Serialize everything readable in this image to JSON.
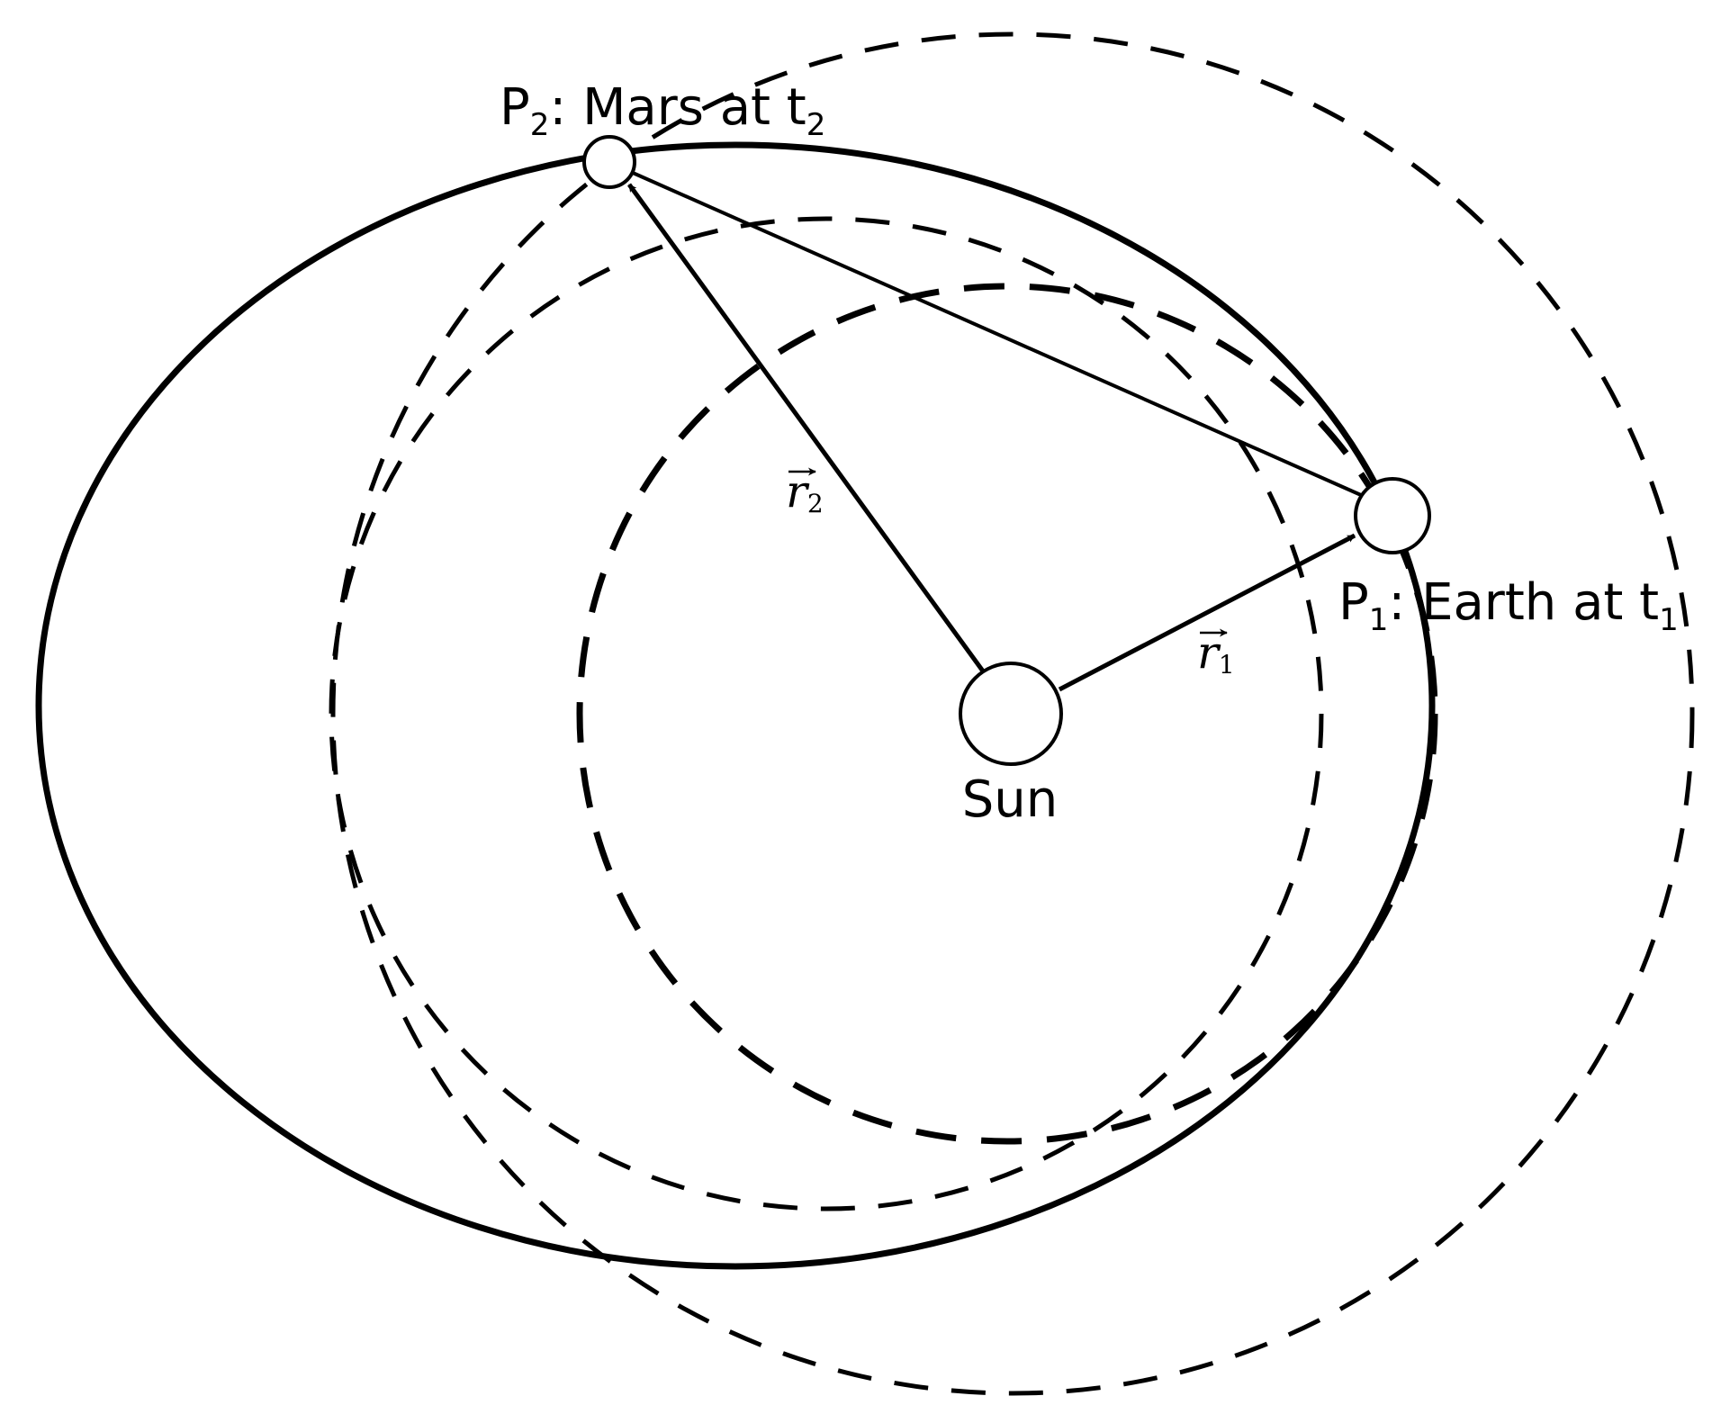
{
  "colors": {
    "ink": "#000000",
    "paper": "#ffffff"
  },
  "labels": {
    "p2": {
      "prefix": "P",
      "sub": "2",
      "text": ": Mars at t",
      "tsub": "2"
    },
    "p1": {
      "prefix": "P",
      "sub": "1",
      "text": ": Earth at t",
      "tsub": "1"
    },
    "sun": "Sun",
    "r1": {
      "letter": "r",
      "sub": "1"
    },
    "r2": {
      "letter": "r",
      "sub": "2"
    }
  }
}
